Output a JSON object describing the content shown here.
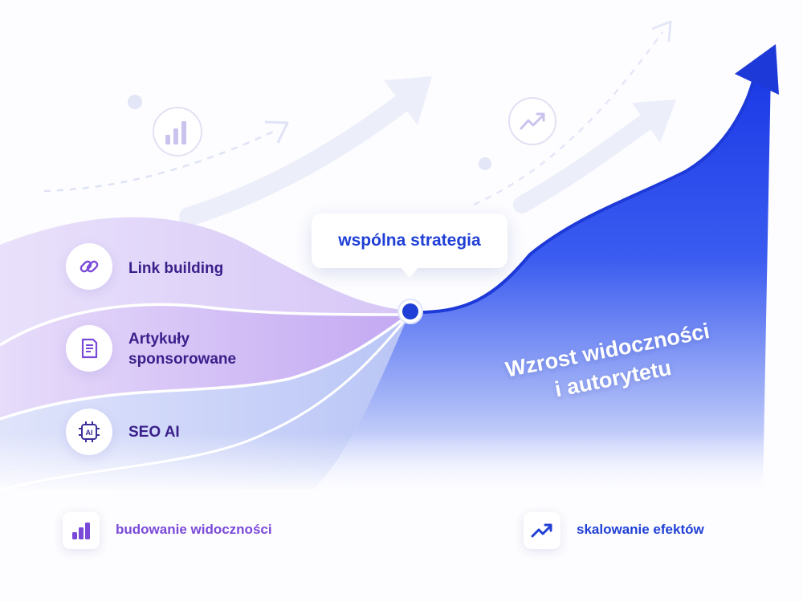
{
  "callout": {
    "label": "wspólna strategia"
  },
  "streams": [
    {
      "label": "Link building",
      "icon": "chain-link-icon"
    },
    {
      "label_line1": "Artykuły",
      "label_line2": "sponsorowane",
      "icon": "document-icon"
    },
    {
      "label": "SEO AI",
      "icon": "ai-chip-icon",
      "icon_text": "AI"
    }
  ],
  "growth": {
    "line1": "Wzrost widoczności",
    "line2": "i autorytetu"
  },
  "legend": [
    {
      "label": "budowanie widoczności",
      "icon": "bar-chart-icon",
      "color": "#7a49d8"
    },
    {
      "label": "skalowanie efektów",
      "icon": "trend-up-icon",
      "color": "#1f3fd6"
    }
  ],
  "colors": {
    "accent_blue": "#1f3fd6",
    "accent_purple": "#7a49d8",
    "stream_text": "#3a1f8a",
    "lavender": "#c9b4f0"
  }
}
